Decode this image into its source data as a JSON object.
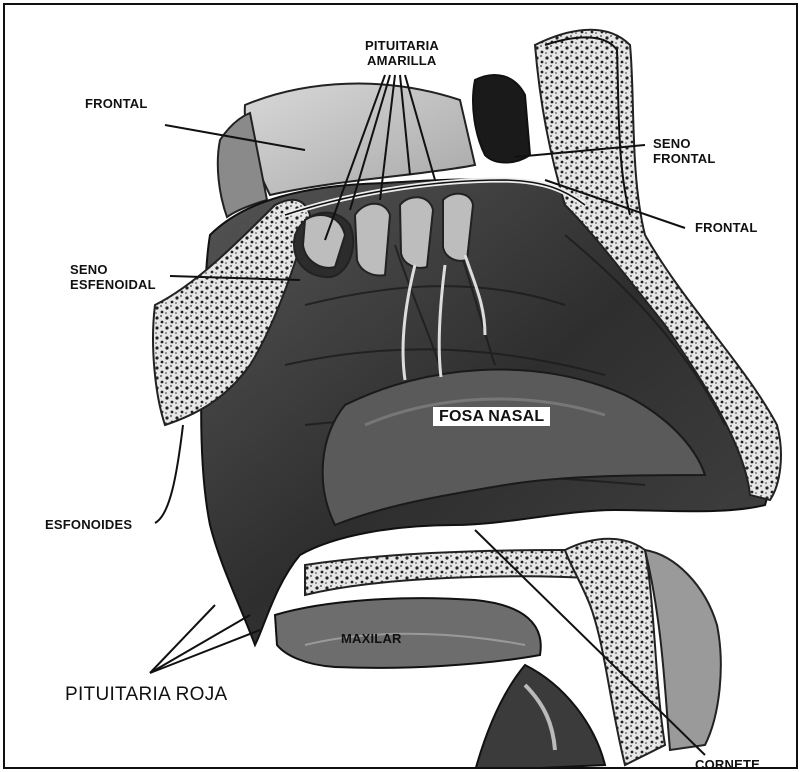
{
  "title": "",
  "labels": {
    "frontal_left": "FRONTAL",
    "pituitaria_amarilla_1": "PITUITARIA",
    "pituitaria_amarilla_2": "AMARILLA",
    "seno_frontal_1": "SENO",
    "seno_frontal_2": "FRONTAL",
    "frontal_right": "FRONTAL",
    "seno_esfenoidal_1": "SENO",
    "seno_esfenoidal_2": "ESFENOIDAL",
    "fosa_nasal": "FOSA NASAL",
    "esfenoides": "ESFONOIDES",
    "maxilar": "MAXILAR",
    "pituitaria_roja": "PITUITARIA ROJA",
    "cornete": "CORNETE"
  },
  "colors": {
    "ink": "#111111",
    "bone": "#cfcfcf",
    "cavity": "#3a3a3a",
    "background": "#ffffff"
  }
}
